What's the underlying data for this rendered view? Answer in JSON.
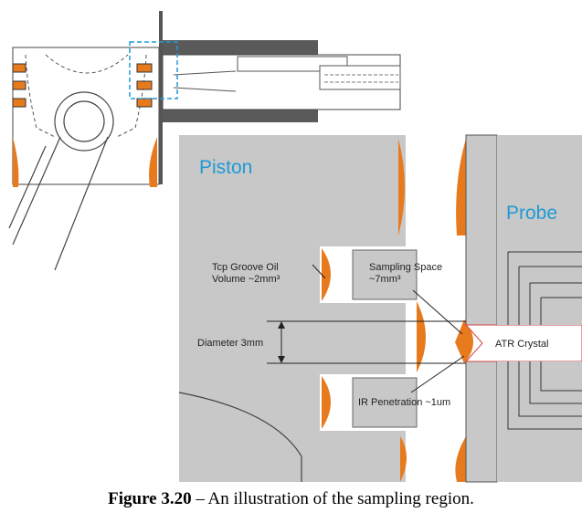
{
  "labels": {
    "piston": "Piston",
    "probe": "Probe",
    "top_groove_line1": "Tcp Groove Oil",
    "top_groove_line2": "Volume ~2mm³",
    "sampling_line1": "Sampling Space",
    "sampling_line2": "~7mm³",
    "diameter": "Diameter 3mm",
    "atr": "ATR Crystal",
    "ir": "IR Penetration ~1um"
  },
  "caption": {
    "figure_number": "Figure 3.20",
    "text": " – An illustration of the sampling region."
  },
  "colors": {
    "piston_gray": "#c8c8c8",
    "oil_orange": "#e87a1e",
    "dark_gray": "#5a5a5a",
    "accent_blue": "#1e9ad6",
    "line": "#222222"
  }
}
